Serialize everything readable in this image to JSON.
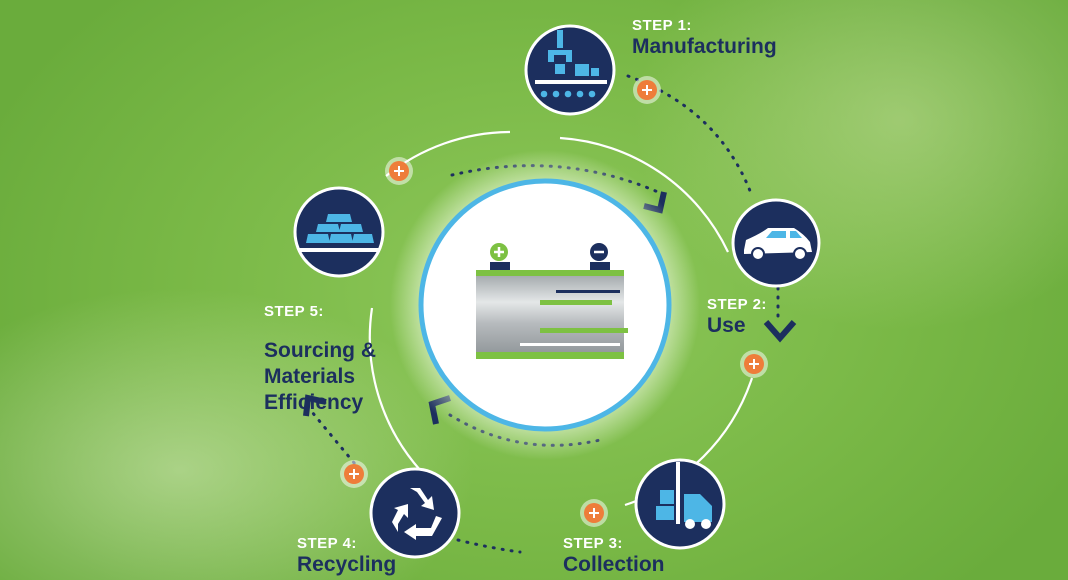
{
  "steps": [
    {
      "number": "STEP 1:",
      "name": "Manufacturing",
      "icon": "factory-assembly-icon"
    },
    {
      "number": "STEP 2:",
      "name": "Use",
      "icon": "car-icon"
    },
    {
      "number": "STEP 3:",
      "name": "Collection",
      "icon": "forklift-icon"
    },
    {
      "number": "STEP 4:",
      "name": "Recycling",
      "icon": "recycle-icon"
    },
    {
      "number": "STEP 5:",
      "name": "Sourcing &\nMaterials\nEfficiency",
      "icon": "gold-bars-icon"
    }
  ],
  "center": {
    "icon": "battery-icon"
  },
  "colors": {
    "navy": "#1c2f5e",
    "green": "#7dc142",
    "orange": "#ee7d3a",
    "ring_blue": "#4db6e6",
    "white": "#ffffff"
  }
}
